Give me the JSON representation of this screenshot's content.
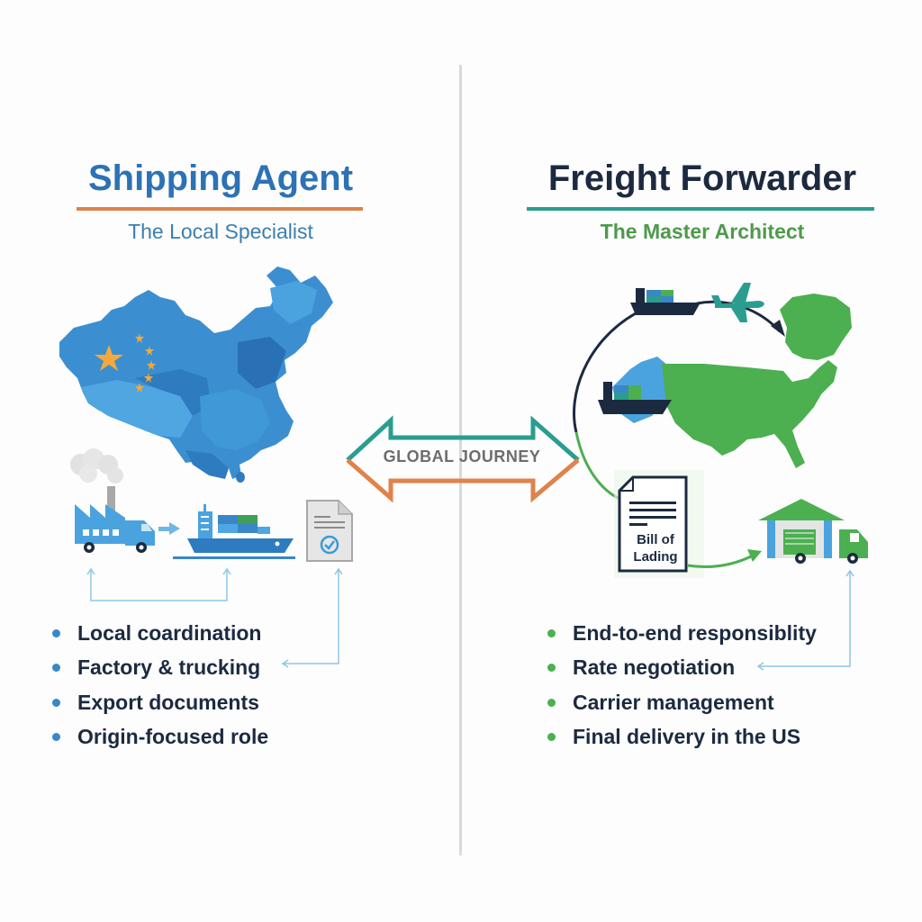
{
  "left_panel": {
    "title": "Shipping Agent",
    "subtitle": "The Local Specialist",
    "accent_color": "#2c72b5",
    "underline_color": "#e0824a",
    "illustrations": [
      "china-map-icon",
      "factory-icon",
      "truck-icon",
      "arrow-right-icon",
      "cargo-ship-icon",
      "document-check-icon"
    ],
    "bullets": [
      {
        "text": "Local coardination"
      },
      {
        "text": "Factory & trucking"
      },
      {
        "text": "Export documents"
      },
      {
        "text": "Origin-focused role"
      }
    ]
  },
  "center": {
    "journey_label": "GLOBAL JOURNEY",
    "arrow_top_color": "#2a9d8f",
    "arrow_bottom_color": "#e0824a"
  },
  "right_panel": {
    "title": "Freight Forwarder",
    "subtitle": "The Master Architect",
    "accent_color": "#1c2a40",
    "underline_color": "#2a9d8f",
    "subtitle_color": "#4e9a4b",
    "illustrations": [
      "cargo-ship-icon",
      "airplane-icon",
      "north-america-map-icon",
      "bill-of-lading-icon",
      "warehouse-icon",
      "truck-icon"
    ],
    "bill_of_lading_label": "Bill of Lading",
    "bill_of_lading_line1": "Bill of",
    "bill_of_lading_line2": "Lading",
    "bullets": [
      {
        "text": "End-to-end responsiblity"
      },
      {
        "text": "Rate negotiation"
      },
      {
        "text": "Carrier management"
      },
      {
        "text": "Final delivery in the US"
      }
    ]
  }
}
